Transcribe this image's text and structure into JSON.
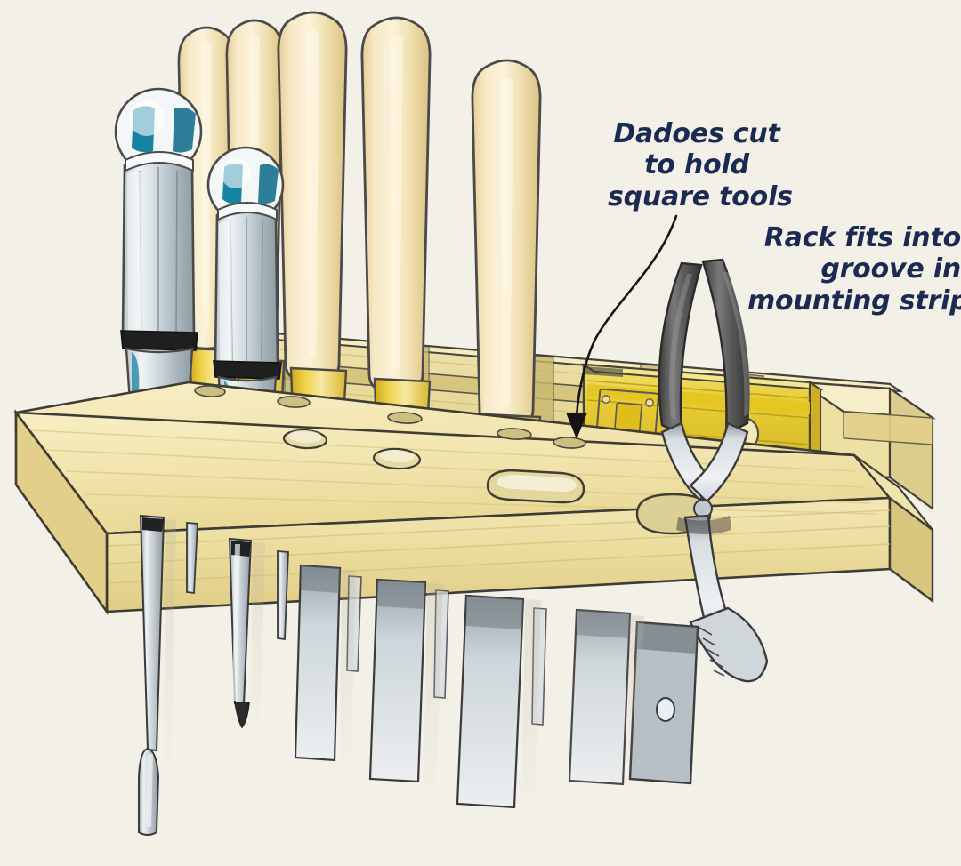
{
  "figure": {
    "title": "Wall-mounted tool rack illustration",
    "background_color": "#f3f0e7",
    "subject": "Woodworking tool rack made from a board with holes and dadoes, mounted in a grooved wall strip"
  },
  "callouts": [
    {
      "id": "dadoes",
      "text": "Dadoes cut\nto hold\nsquare tools",
      "color": "#1b2a52",
      "align": "center",
      "leader": "curved line ending in a downward arrow pointing at a dado in the mounting strip"
    },
    {
      "id": "rack",
      "text": "Rack fits into\ngroove in\nmounting strip",
      "color": "#1b2a52",
      "align": "right",
      "leader": "none"
    }
  ],
  "colors": {
    "background": "#f3f0e7",
    "wood_top": "#f2e8b8",
    "wood_face": "#ece0a4",
    "wood_edge": "#e3d595",
    "wood_dark": "#d9c87e",
    "outline": "#3b3b3b",
    "handle_light": "#f7eac4",
    "handle_mid": "#efd9a0",
    "handle_shadow": "#e0c489",
    "ferrule_yellow": "#e8c02a",
    "ferrule_light": "#f5e6a8",
    "steel_light": "#e8ecef",
    "steel_mid": "#b9c3c9",
    "steel_dark": "#8c979e",
    "plier_handle": "#5c5c5c",
    "accent_teal": "#1783a3",
    "level_yellow": "#e9cf3a",
    "text_navy": "#1b2a52",
    "shadow": "#cfcabb"
  },
  "objects": {
    "board": {
      "name": "tool rack board",
      "holes": [
        {
          "type": "round",
          "label": "screwdriver hole 1"
        },
        {
          "type": "round",
          "label": "screwdriver hole 2"
        },
        {
          "type": "slot",
          "label": "oval slot for pliers"
        }
      ]
    },
    "mounting_strip": {
      "name": "mounting strip",
      "feature": "groove that the rack fits into",
      "dadoes": 5
    },
    "tools": [
      {
        "name": "screwdriver-large",
        "handle": "round white handle with teal panels",
        "blade": "flat tip"
      },
      {
        "name": "screwdriver-small",
        "handle": "round white handle with teal panels",
        "blade": "phillips tip"
      },
      {
        "name": "chisel-1",
        "handle": "turned wood with brass ferrule",
        "blade": "flat chisel"
      },
      {
        "name": "chisel-2",
        "handle": "turned wood with brass ferrule",
        "blade": "flat chisel"
      },
      {
        "name": "chisel-3",
        "handle": "turned wood with brass ferrule",
        "blade": "flat chisel"
      },
      {
        "name": "chisel-4",
        "handle": "turned wood with brass ferrule",
        "blade": "wide chisel"
      },
      {
        "name": "chisel-5",
        "handle": "turned wood with brass ferrule",
        "blade": "wide chisel"
      },
      {
        "name": "torpedo-level",
        "color": "yellow",
        "feature": "bubble vial window"
      },
      {
        "name": "pliers",
        "handle": "dark gray grips",
        "blade": "steel jaws"
      },
      {
        "name": "combination-square",
        "blade": "steel blade with hole"
      }
    ]
  }
}
